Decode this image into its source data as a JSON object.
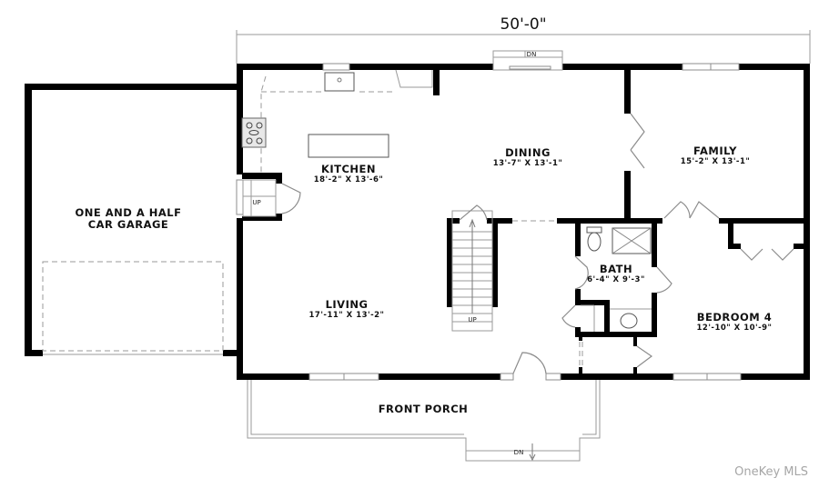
{
  "plan": {
    "overall_width": "50'-0\"",
    "rooms": {
      "garage": {
        "name_line1": "ONE AND A HALF",
        "name_line2": "CAR GARAGE"
      },
      "kitchen": {
        "name": "KITCHEN",
        "dimensions": "18'-2\" X 13'-6\""
      },
      "dining": {
        "name": "DINING",
        "dimensions": "13'-7\" X 13'-1\""
      },
      "family": {
        "name": "FAMILY",
        "dimensions": "15'-2\" X 13'-1\""
      },
      "living": {
        "name": "LIVING",
        "dimensions": "17'-11\" X 13'-2\""
      },
      "bath": {
        "name": "BATH",
        "dimensions": "6'-4\" X 9'-3\""
      },
      "bedroom4": {
        "name": "BEDROOM 4",
        "dimensions": "12'-10\" X 10'-9\""
      },
      "front_porch": {
        "name": "FRONT PORCH"
      }
    },
    "stair_labels": {
      "rear_steps": "DN",
      "garage_steps": "UP",
      "main_stair": "UP",
      "porch_steps": "DN"
    }
  },
  "watermark": "OneKey MLS",
  "colors": {
    "wall": "#000000",
    "fixture_line": "#9a9a9a",
    "watermark": "#a6a6a6"
  }
}
